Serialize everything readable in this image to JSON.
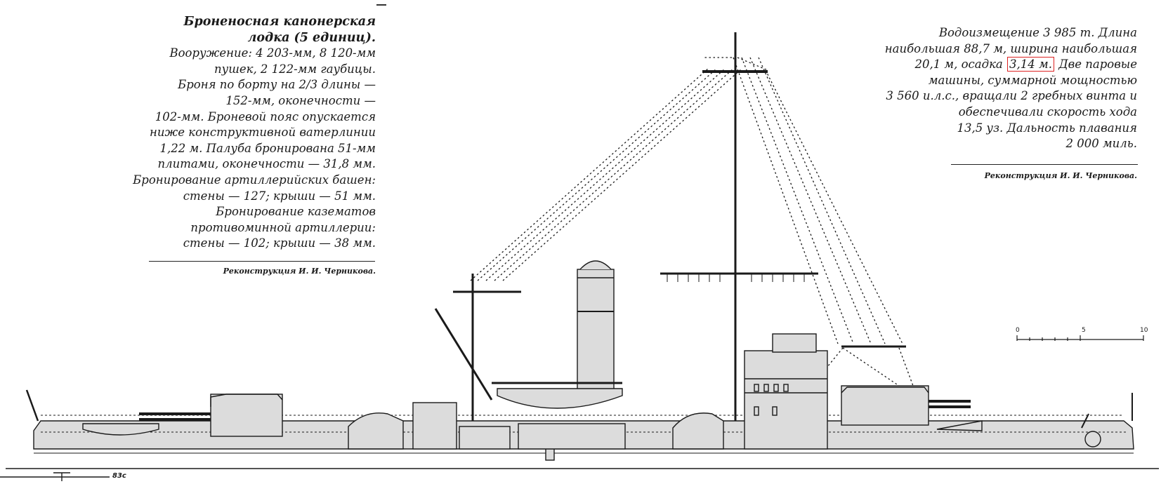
{
  "left_text": {
    "heading": [
      "Броненосная канонерская",
      "лодка (5 единиц)."
    ],
    "lines": [
      "Вооружение: 4  203-мм, 8 120-мм",
      "пушек, 2 122-мм гаубицы.",
      "Броня по борту на 2/3 длины —",
      "152-мм, оконечности —",
      "102-мм. Броневой пояс опускается",
      "ниже конструктивной ватерлинии",
      "1,22 м. Палуба бронирована 51-мм",
      "плитами, оконечности — 31,8 мм.",
      "Бронирование артиллерийских башен:",
      "стены — 127; крыши — 51 мм.",
      "Бронирование казематов",
      "противоминной артиллерии:",
      "стены — 102; крыши — 38 мм."
    ],
    "credit": "Реконструкция И. И. Черникова."
  },
  "right_text": {
    "lines": [
      "Водоизмещение 3 985 т. Длина",
      "наибольшая 88,7 м, ширина наибольшая"
    ],
    "line3_before": "20,1 м, осадка",
    "line3_highlight": "3,14 м.",
    "line3_after": "Две паровые",
    "lines_after": [
      "машины, суммарной мощностью",
      "3 560 и.л.с., вращали 2 гребных винта и",
      "обеспечивали скорость хода",
      "13,5 уз. Дальность плавания",
      "2 000 миль."
    ],
    "credit": "Реконструкция И. И. Черникова."
  },
  "scale_bar": {
    "labels": [
      "0",
      "5",
      "10"
    ],
    "value_max": 10
  },
  "bottom_mark": "83с",
  "colors": {
    "ink": "#1a1a1a",
    "hull_fill": "#dcdcdc",
    "highlight_border": "#d22222"
  }
}
